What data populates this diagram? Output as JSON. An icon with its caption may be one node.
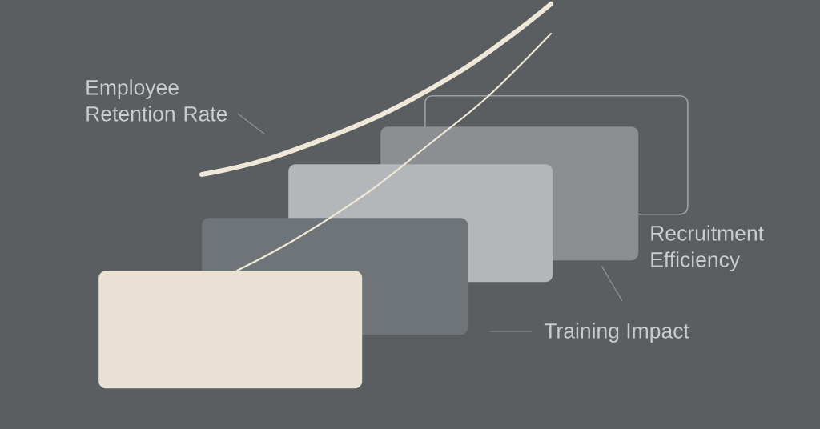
{
  "diagram": {
    "nodes": [
      {
        "text": [
          "Employee Retention Rate"
        ]
      },
      {
        "text": [],
        "shape": "box"
      },
      {
        "text": [],
        "shape": "box"
      },
      {
        "text": [],
        "shape": "box"
      },
      {
        "text": [],
        "shape": "box"
      },
      {
        "text": [],
        "shape": "box"
      },
      {
        "text": [
          "Recruitment Efficiency"
        ]
      },
      {
        "text": [
          "Training Impact"
        ]
      }
    ],
    "edges": [
      {
        "from": 0,
        "to": null,
        "arrow": "none"
      },
      {
        "from": null,
        "to": 2,
        "arrow": "none"
      },
      {
        "from": 7,
        "to": 4,
        "arrow": "none"
      }
    ]
  }
}
